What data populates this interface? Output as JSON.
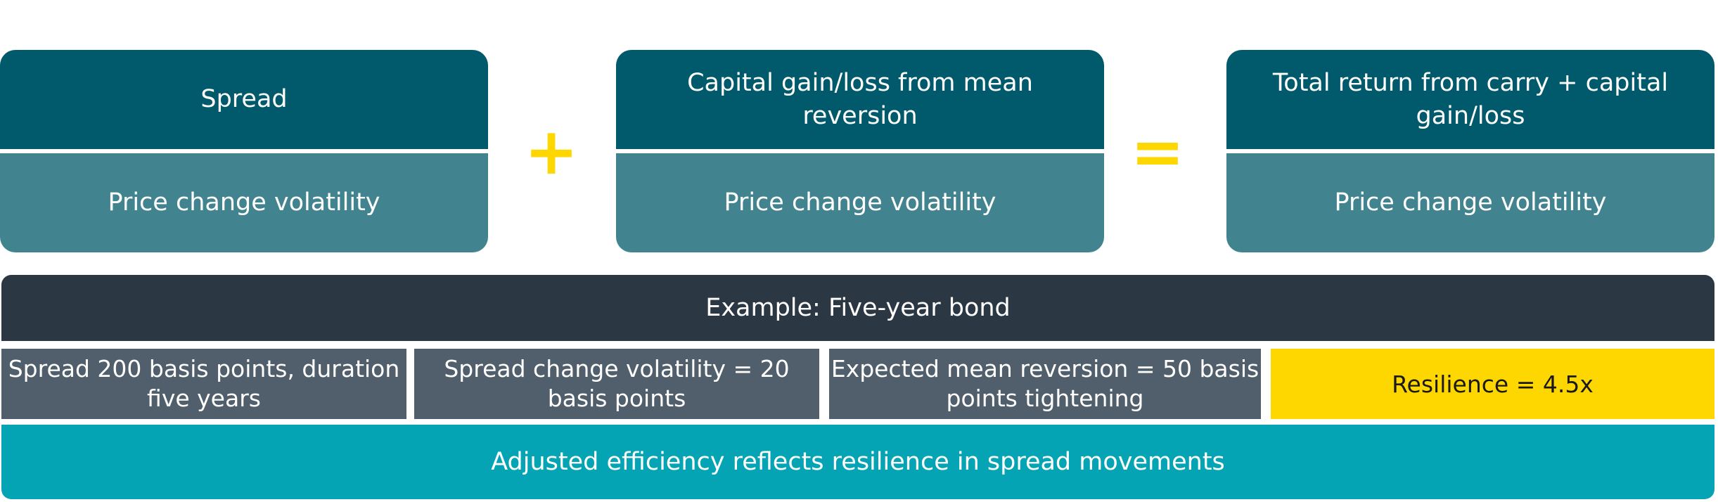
{
  "cards": [
    {
      "top": "Spread",
      "bottom": "Price change volatility"
    },
    {
      "top": "Capital gain/loss from mean reversion",
      "bottom": "Price change volatility"
    },
    {
      "top": "Total return from carry + capital gain/loss",
      "bottom": "Price change volatility"
    }
  ],
  "operators": {
    "plus": "+",
    "equals": "="
  },
  "example": {
    "header": "Example: Five-year bond",
    "details": [
      "Spread 200 basis points, duration five years",
      "Spread change volatility = 20 basis points",
      "Expected mean reversion = 50 basis points tightening"
    ],
    "result": "Resilience = 4.5x"
  },
  "footer": "Adjusted efficiency reflects resilience in spread movements",
  "colors": {
    "card_top": "#005a6b",
    "card_bottom": "#41848f",
    "operator": "#ffd700",
    "example_header": "#2b3742",
    "detail_box": "#505f6b",
    "result_box": "#ffd700",
    "footer_bar": "#04a4b4"
  }
}
